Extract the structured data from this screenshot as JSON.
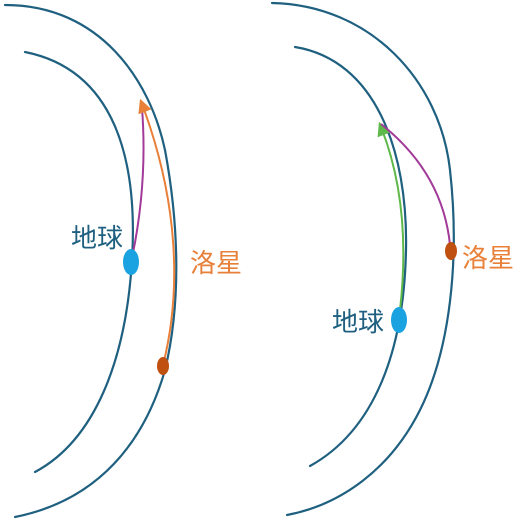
{
  "colors": {
    "orbit": "#1f6080",
    "earth": "#1aa3e0",
    "asteroid": "#c05010",
    "earth_label": "#1f6080",
    "asteroid_label": "#e8803a",
    "asteroid_path": "#e8803a",
    "earth_path_green": "#5fb84a",
    "transfer_path": "#a23a9a"
  },
  "panels": [
    {
      "earth_label": "地球",
      "asteroid_label": "洛星"
    },
    {
      "earth_label": "地球",
      "asteroid_label": "洛星"
    }
  ]
}
